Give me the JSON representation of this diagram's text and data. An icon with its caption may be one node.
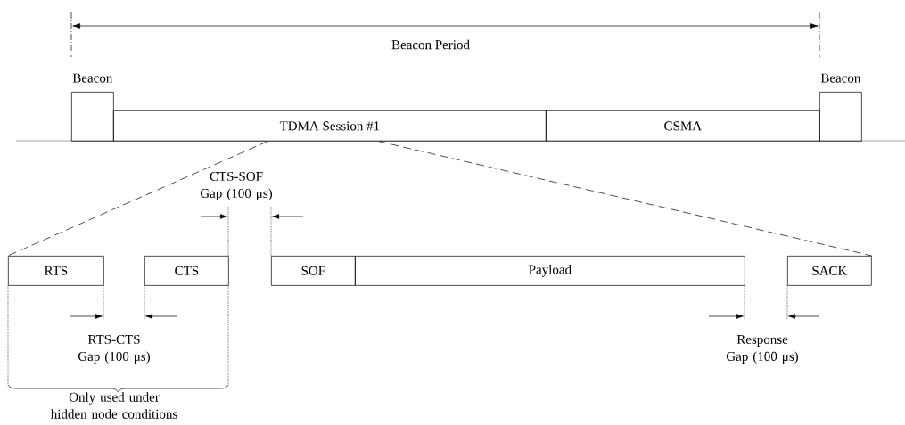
{
  "diagram": {
    "nodes": [
      {
        "text": [
          "Beacon"
        ]
      },
      {
        "text": [
          "TDMA Session #1"
        ]
      },
      {
        "text": [
          "CSMA"
        ]
      },
      {
        "text": [
          "Beacon"
        ]
      },
      {
        "text": [
          "RTS"
        ]
      },
      {
        "text": [
          "CTS"
        ]
      },
      {
        "text": [
          "SOF"
        ]
      },
      {
        "text": [
          "Payload"
        ]
      },
      {
        "text": [
          "SACK"
        ]
      }
    ],
    "edges": [
      {
        "from": 1,
        "to": 4,
        "arrow": "none",
        "style": "dashed"
      },
      {
        "from": 1,
        "to": 8,
        "arrow": "none",
        "style": "dashed"
      }
    ],
    "labels": [
      "Beacon Period",
      "CTS-SOF Gap (100 μs)",
      "RTS-CTS Gap (100 μs)",
      "Response Gap (100 μs)",
      "Only used under hidden node conditions"
    ]
  }
}
